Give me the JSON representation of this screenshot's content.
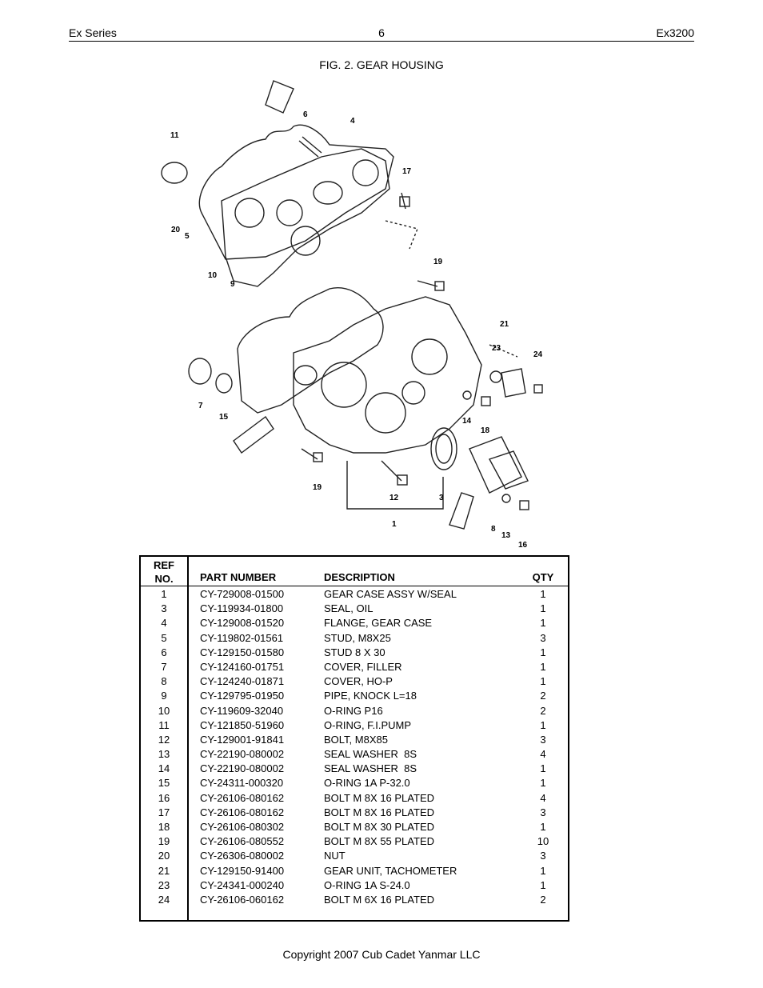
{
  "header": {
    "left": "Ex Series",
    "page_number": "6",
    "right": "Ex3200"
  },
  "figure": {
    "title": "FIG. 2. GEAR HOUSING",
    "callouts": [
      "11",
      "6",
      "4",
      "17",
      "20",
      "5",
      "10",
      "9",
      "19",
      "21",
      "23",
      "24",
      "7",
      "15",
      "14",
      "18",
      "19",
      "12",
      "3",
      "1",
      "8",
      "13",
      "16"
    ]
  },
  "table": {
    "headers": {
      "ref_line1": "REF",
      "ref_line2": "NO.",
      "part": "PART NUMBER",
      "desc": "DESCRIPTION",
      "qty": "QTY"
    },
    "rows": [
      {
        "ref": "1",
        "part": "CY-729008-01500",
        "desc": "GEAR CASE ASSY W/SEAL",
        "qty": "1"
      },
      {
        "ref": "3",
        "part": "CY-119934-01800",
        "desc": "SEAL, OIL",
        "qty": "1"
      },
      {
        "ref": "4",
        "part": "CY-129008-01520",
        "desc": "FLANGE, GEAR CASE",
        "qty": "1"
      },
      {
        "ref": "5",
        "part": "CY-119802-01561",
        "desc": "STUD, M8X25",
        "qty": "3"
      },
      {
        "ref": "6",
        "part": "CY-129150-01580",
        "desc": "STUD 8 X 30",
        "qty": "1"
      },
      {
        "ref": "7",
        "part": "CY-124160-01751",
        "desc": "COVER, FILLER",
        "qty": "1"
      },
      {
        "ref": "8",
        "part": "CY-124240-01871",
        "desc": "COVER, HO-P",
        "qty": "1"
      },
      {
        "ref": "9",
        "part": "CY-129795-01950",
        "desc": "PIPE, KNOCK L=18",
        "qty": "2"
      },
      {
        "ref": "10",
        "part": "CY-119609-32040",
        "desc": "O-RING P16",
        "qty": "2"
      },
      {
        "ref": "11",
        "part": "CY-121850-51960",
        "desc": "O-RING, F.I.PUMP",
        "qty": "1"
      },
      {
        "ref": "12",
        "part": "CY-129001-91841",
        "desc": "BOLT, M8X85",
        "qty": "3"
      },
      {
        "ref": "13",
        "part": "CY-22190-080002",
        "desc": "SEAL WASHER  8S",
        "qty": "4"
      },
      {
        "ref": "14",
        "part": "CY-22190-080002",
        "desc": "SEAL WASHER  8S",
        "qty": "1"
      },
      {
        "ref": "15",
        "part": "CY-24311-000320",
        "desc": "O-RING 1A P-32.0",
        "qty": "1"
      },
      {
        "ref": "16",
        "part": "CY-26106-080162",
        "desc": "BOLT M 8X 16 PLATED",
        "qty": "4"
      },
      {
        "ref": "17",
        "part": "CY-26106-080162",
        "desc": "BOLT M 8X 16 PLATED",
        "qty": "3"
      },
      {
        "ref": "18",
        "part": "CY-26106-080302",
        "desc": "BOLT M 8X 30 PLATED",
        "qty": "1"
      },
      {
        "ref": "19",
        "part": "CY-26106-080552",
        "desc": "BOLT M 8X 55 PLATED",
        "qty": "10"
      },
      {
        "ref": "20",
        "part": "CY-26306-080002",
        "desc": "NUT",
        "qty": "3"
      },
      {
        "ref": "21",
        "part": "CY-129150-91400",
        "desc": "GEAR UNIT, TACHOMETER",
        "qty": "1"
      },
      {
        "ref": "23",
        "part": "CY-24341-000240",
        "desc": "O-RING 1A S-24.0",
        "qty": "1"
      },
      {
        "ref": "24",
        "part": "CY-26106-060162",
        "desc": "BOLT M 6X 16 PLATED",
        "qty": "2"
      }
    ]
  },
  "footer": {
    "copyright": "Copyright 2007 Cub Cadet Yanmar LLC"
  }
}
